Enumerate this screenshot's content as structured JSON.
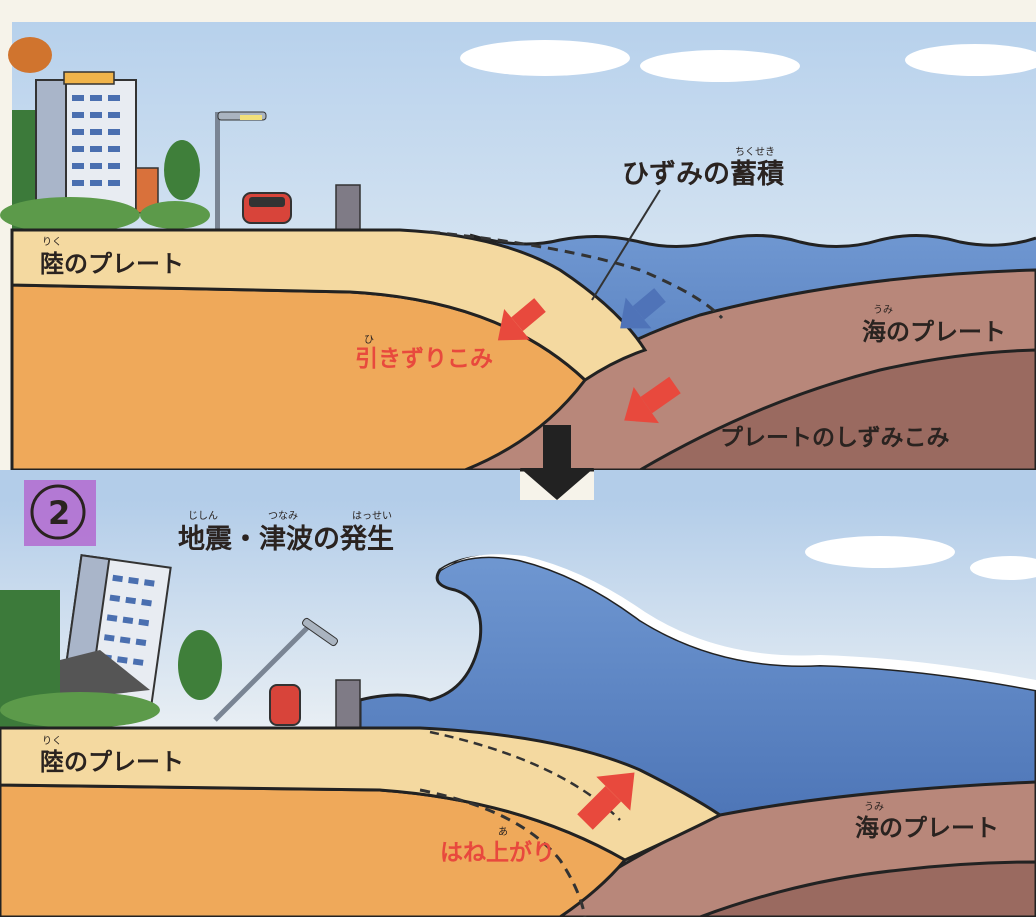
{
  "panel1": {
    "strain_label": "ひずみの蓄積",
    "strain_ruby": "ちくせき",
    "land_plate": "陸のプレート",
    "land_ruby": "りく",
    "ocean_plate": "海のプレート",
    "ocean_ruby": "うみ",
    "drag_label": "引きずりこみ",
    "drag_ruby": "ひ",
    "subduction_label": "プレートのしずみこみ"
  },
  "panel2": {
    "marker": "2",
    "title": "地震・津波の発生",
    "title_ruby_1": "じしん",
    "title_ruby_2": "つなみ",
    "title_ruby_3": "はっせい",
    "land_plate": "陸のプレート",
    "land_ruby": "りく",
    "ocean_plate": "海のプレート",
    "ocean_ruby": "うみ",
    "rebound_label": "はね上がり",
    "rebound_ruby": "あ"
  },
  "colors": {
    "sky": "#c9dcef",
    "sea": "#5b86c6",
    "land_plate": "#f4d9a0",
    "land_plate_lower": "#efa95a",
    "ocean_plate": "#b8877a",
    "ocean_plate_lower": "#9a6a60",
    "arrow_red": "#e8493d",
    "arrow_blue": "#4f73b8",
    "marker": "#b36ad0"
  }
}
